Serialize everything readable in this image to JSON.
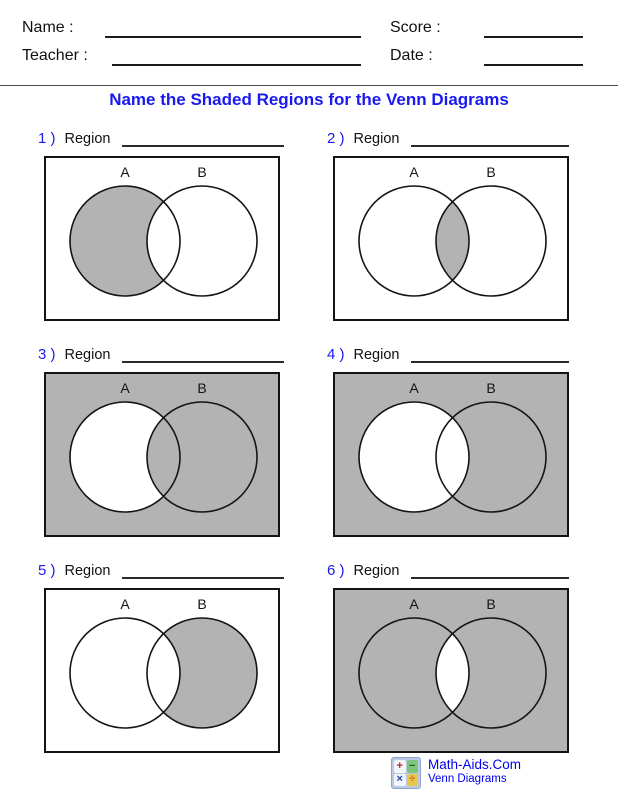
{
  "theme": {
    "accent_blue": "#1a1af0",
    "link_blue": "#0000ee",
    "shade_gray": "#b3b3b3",
    "line_color": "#1a1a1a"
  },
  "header": {
    "name_label": "Name :",
    "teacher_label": "Teacher :",
    "score_label": "Score :",
    "date_label": "Date :"
  },
  "title": "Name the Shaded Regions for the Venn Diagrams",
  "venn": {
    "label_a": "A",
    "label_b": "B",
    "shade_color": "#b3b3b3",
    "unshaded_color": "#ffffff"
  },
  "problems": [
    {
      "number": "1 )",
      "label": "Region",
      "shaded_regions": [
        "A only"
      ],
      "fills": {
        "outside": "#ffffff",
        "a_only": "#b3b3b3",
        "b_only": "#ffffff",
        "intersection": "#ffffff"
      }
    },
    {
      "number": "2 )",
      "label": "Region",
      "shaded_regions": [
        "A intersect B"
      ],
      "fills": {
        "outside": "#ffffff",
        "a_only": "#ffffff",
        "b_only": "#ffffff",
        "intersection": "#b3b3b3"
      }
    },
    {
      "number": "3 )",
      "label": "Region",
      "shaded_regions": [
        "outside",
        "B only",
        "A intersect B"
      ],
      "fills": {
        "outside": "#b3b3b3",
        "a_only": "#ffffff",
        "b_only": "#b3b3b3",
        "intersection": "#b3b3b3"
      }
    },
    {
      "number": "4 )",
      "label": "Region",
      "shaded_regions": [
        "outside",
        "B only"
      ],
      "fills": {
        "outside": "#b3b3b3",
        "a_only": "#ffffff",
        "b_only": "#b3b3b3",
        "intersection": "#ffffff"
      }
    },
    {
      "number": "5 )",
      "label": "Region",
      "shaded_regions": [
        "B only"
      ],
      "fills": {
        "outside": "#ffffff",
        "a_only": "#ffffff",
        "b_only": "#b3b3b3",
        "intersection": "#ffffff"
      }
    },
    {
      "number": "6 )",
      "label": "Region",
      "shaded_regions": [
        "outside",
        "A only",
        "B only"
      ],
      "fills": {
        "outside": "#b3b3b3",
        "a_only": "#b3b3b3",
        "b_only": "#b3b3b3",
        "intersection": "#ffffff"
      }
    }
  ],
  "footer": {
    "brand": "Math-Aids.Com",
    "subtitle": "Venn Diagrams",
    "logo": {
      "tiles": [
        {
          "glyph": "+",
          "fg": "#c42222",
          "bg": "#f2f5fa"
        },
        {
          "glyph": "−",
          "fg": "#1e6b1e",
          "bg": "#7dc47d"
        },
        {
          "glyph": "×",
          "fg": "#2244bb",
          "bg": "#f2f5fa"
        },
        {
          "glyph": "÷",
          "fg": "#cc6a1a",
          "bg": "#e8c84a"
        }
      ]
    }
  }
}
